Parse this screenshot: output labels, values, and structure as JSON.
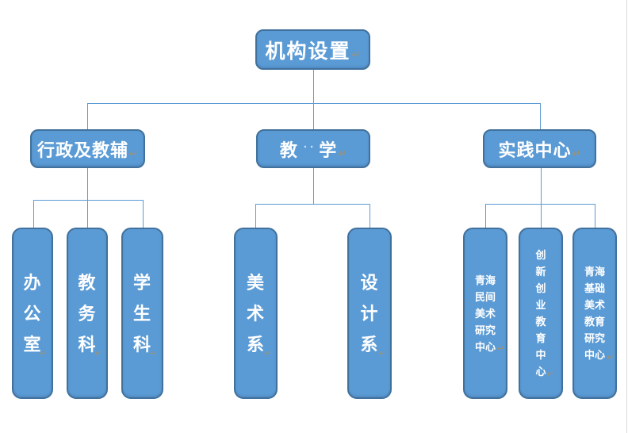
{
  "chart_title": "机构设置",
  "marks": {
    "pilcrow": "↵",
    "space_marks": "∙∙"
  },
  "colors": {
    "node_fill": "#5b9bd5",
    "node_border": "#41719c",
    "connector": "#5b9bd5",
    "formatting_mark": "#a3906f",
    "page_edge": "#d9d9d9",
    "text": "#ffffff"
  },
  "root": {
    "label": "机构设置"
  },
  "branches": [
    {
      "label": "行政及教辅"
    },
    {
      "label_left": "教",
      "label_right": "学"
    },
    {
      "label": "实践中心"
    }
  ],
  "leaves": {
    "admin": [
      {
        "name": "办公室",
        "lines": [
          "办",
          "公",
          "室"
        ]
      },
      {
        "name": "教务科",
        "lines": [
          "教",
          "务",
          "科"
        ]
      },
      {
        "name": "学生科",
        "lines": [
          "学",
          "生",
          "科"
        ]
      }
    ],
    "teaching": [
      {
        "name": "美术系",
        "lines": [
          "美",
          "术",
          "系"
        ]
      },
      {
        "name": "设计系",
        "lines": [
          "设",
          "计",
          "系"
        ]
      }
    ],
    "practice": [
      {
        "name": "青海民间美术研究中心",
        "lines": [
          "青海",
          "民间",
          "美术",
          "研究",
          "中心"
        ]
      },
      {
        "name": "创新创业教育中心",
        "lines": [
          "创",
          "新",
          "创",
          "业",
          "教",
          "育",
          "中",
          "心"
        ]
      },
      {
        "name": "青海基础美术教育研究中心",
        "lines": [
          "青海",
          "基础",
          "美术",
          "教育",
          "研究",
          "中心"
        ]
      }
    ]
  }
}
